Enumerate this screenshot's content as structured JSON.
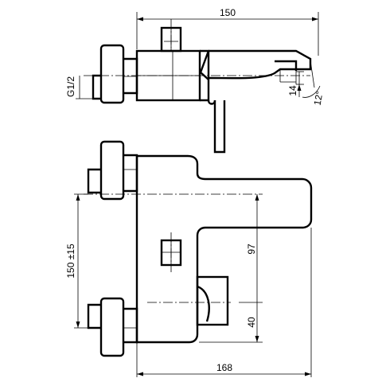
{
  "drawing": {
    "dimensions": {
      "spout_length": "150",
      "thread": "G1/2",
      "spout_height": "14",
      "spout_angle": "12°",
      "center_distance": "150 ±15",
      "depth": "97",
      "outlet_offset": "40",
      "total_width": "168"
    }
  }
}
